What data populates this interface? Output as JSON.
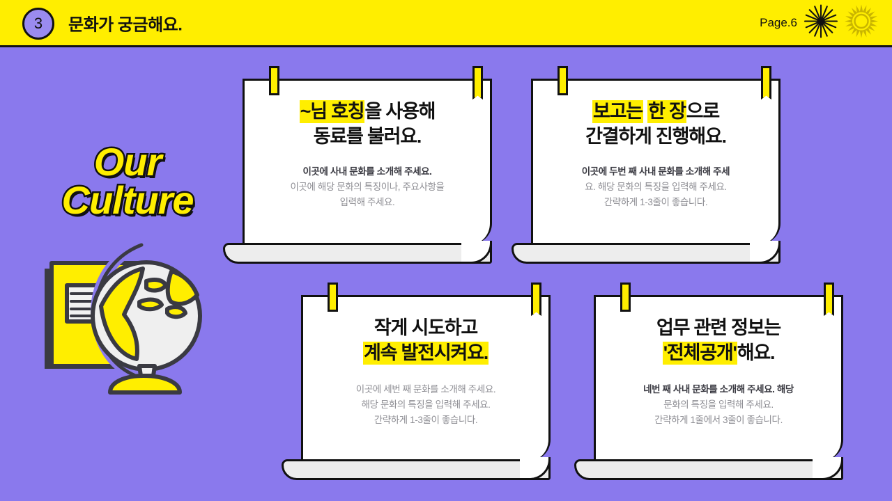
{
  "colors": {
    "background": "#8a79ed",
    "header_bg": "#ffee00",
    "accent_yellow": "#ffee00",
    "ink": "#111111",
    "card_bg": "#ffffff",
    "card_curl": "#ededed",
    "body_text": "#8d8d93",
    "lead_text": "#3a3a42",
    "badge_purple": "#9a8bf0"
  },
  "header": {
    "badge_number": "3",
    "title": "문화가 궁금해요.",
    "page_label": "Page.6",
    "icons": [
      "starburst-thin-icon",
      "starburst-sun-icon"
    ]
  },
  "left_panel": {
    "title_line1": "Our",
    "title_line2": "Culture",
    "illustration": "globe-and-book-illustration"
  },
  "cards": [
    {
      "id": "card-1",
      "heading_parts": [
        {
          "text": "~님 호칭",
          "highlight": true
        },
        {
          "text": "을 사용해",
          "highlight": false
        },
        {
          "text": "동료를 불러요.",
          "highlight": false,
          "newline": true
        }
      ],
      "body_lines": [
        {
          "text": "이곳에 사내 문화를 소개해 주세요.",
          "lead": true
        },
        {
          "text": "이곳에 해당 문화의 특징이나, 주요사항을",
          "lead": false
        },
        {
          "text": "입력해 주세요.",
          "lead": false
        }
      ]
    },
    {
      "id": "card-2",
      "heading_parts": [
        {
          "text": "보고는",
          "highlight": true
        },
        {
          "text": " ",
          "highlight": false
        },
        {
          "text": "한 장",
          "highlight": true
        },
        {
          "text": "으로",
          "highlight": false
        },
        {
          "text": "간결하게 진행해요.",
          "highlight": false,
          "newline": true
        }
      ],
      "body_lines": [
        {
          "text": "이곳에 두번 째 사내 문화를 소개해 주세",
          "lead": true
        },
        {
          "text": "요. 해당 문화의 특징을 입력해 주세요.",
          "lead": false
        },
        {
          "text": "간략하게 1-3줄이 좋습니다.",
          "lead": false
        }
      ]
    },
    {
      "id": "card-3",
      "heading_parts": [
        {
          "text": "작게 시도하고",
          "highlight": false
        },
        {
          "text": "계속 발전시켜요.",
          "highlight": true,
          "newline": true
        }
      ],
      "body_lines": [
        {
          "text": "이곳에 세번 째 문화를 소개해 주세요.",
          "lead": false
        },
        {
          "text": "해당 문화의 특징을 입력해 주세요.",
          "lead": false
        },
        {
          "text": "간략하게 1-3줄이 좋습니다.",
          "lead": false
        }
      ]
    },
    {
      "id": "card-4",
      "heading_parts": [
        {
          "text": "업무 관련 정보는",
          "highlight": false
        },
        {
          "text": "'전체공개'",
          "highlight": true,
          "newline": true
        },
        {
          "text": "해요.",
          "highlight": false
        }
      ],
      "body_lines": [
        {
          "text": "네번 째 사내 문화를 소개해 주세요. 해당",
          "lead": true
        },
        {
          "text": "문화의 특징을 입력해 주세요.",
          "lead": false
        },
        {
          "text": "간략하게 1줄에서 3줄이 좋습니다.",
          "lead": false
        }
      ]
    }
  ]
}
